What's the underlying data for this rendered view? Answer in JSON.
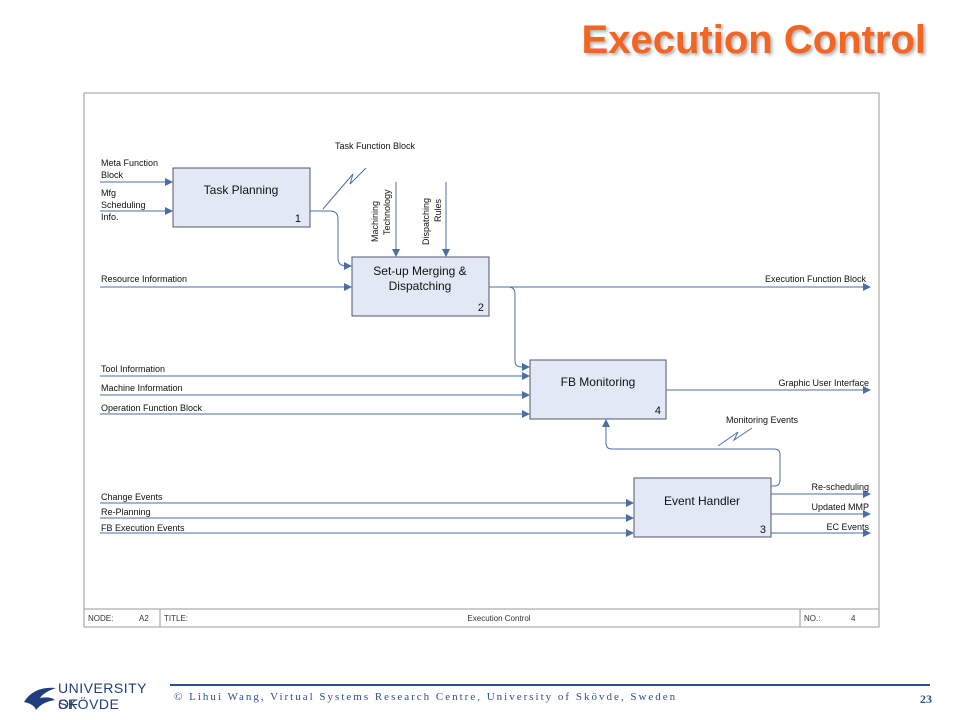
{
  "slide_title": "Execution Control",
  "colors": {
    "title": "#f26522",
    "box_fill": "#e2e8f5",
    "line": "#4a6fa5",
    "brand": "#2d4f8e"
  },
  "boxes": {
    "task_planning": {
      "label": "Task Planning",
      "num": "1"
    },
    "setup": {
      "label_line1": "Set-up Merging &",
      "label_line2": "Dispatching",
      "num": "2"
    },
    "fb_monitoring": {
      "label": "FB Monitoring",
      "num": "4"
    },
    "event_handler": {
      "label": "Event Handler",
      "num": "3"
    }
  },
  "labels": {
    "meta_fb_1": "Meta Function",
    "meta_fb_2": "Block",
    "mfg_1": "Mfg",
    "mfg_2": "Scheduling",
    "mfg_3": "Info.",
    "task_fb": "Task Function Block",
    "machining_1": "Machining",
    "machining_2": "Technology",
    "dispatching_1": "Dispatching",
    "dispatching_2": "Rules",
    "resource": "Resource Information",
    "execution_fb": "Execution Function Block",
    "tool": "Tool Information",
    "machine": "Machine Information",
    "operation_fb": "Operation Function Block",
    "gui": "Graphic User Interface",
    "monitoring_events": "Monitoring Events",
    "change_events": "Change Events",
    "replanning": "Re-Planning",
    "fb_exec_events": "FB Execution Events",
    "rescheduling": "Re-scheduling",
    "updated_mmp": "Updated MMP",
    "ec_events": "EC Events"
  },
  "node_bar": {
    "node_label": "NODE:",
    "node_value": "A2",
    "title_label": "TITLE:",
    "title_value": "Execution Control",
    "no_label": "NO.:",
    "no_value": "4"
  },
  "footer": {
    "university_line1": "UNIVERSITY OF",
    "university_line2": "SKÖVDE",
    "copyright": "© Lihui Wang, Virtual Systems Research Centre, University of Skövde, Sweden",
    "page": "23"
  }
}
